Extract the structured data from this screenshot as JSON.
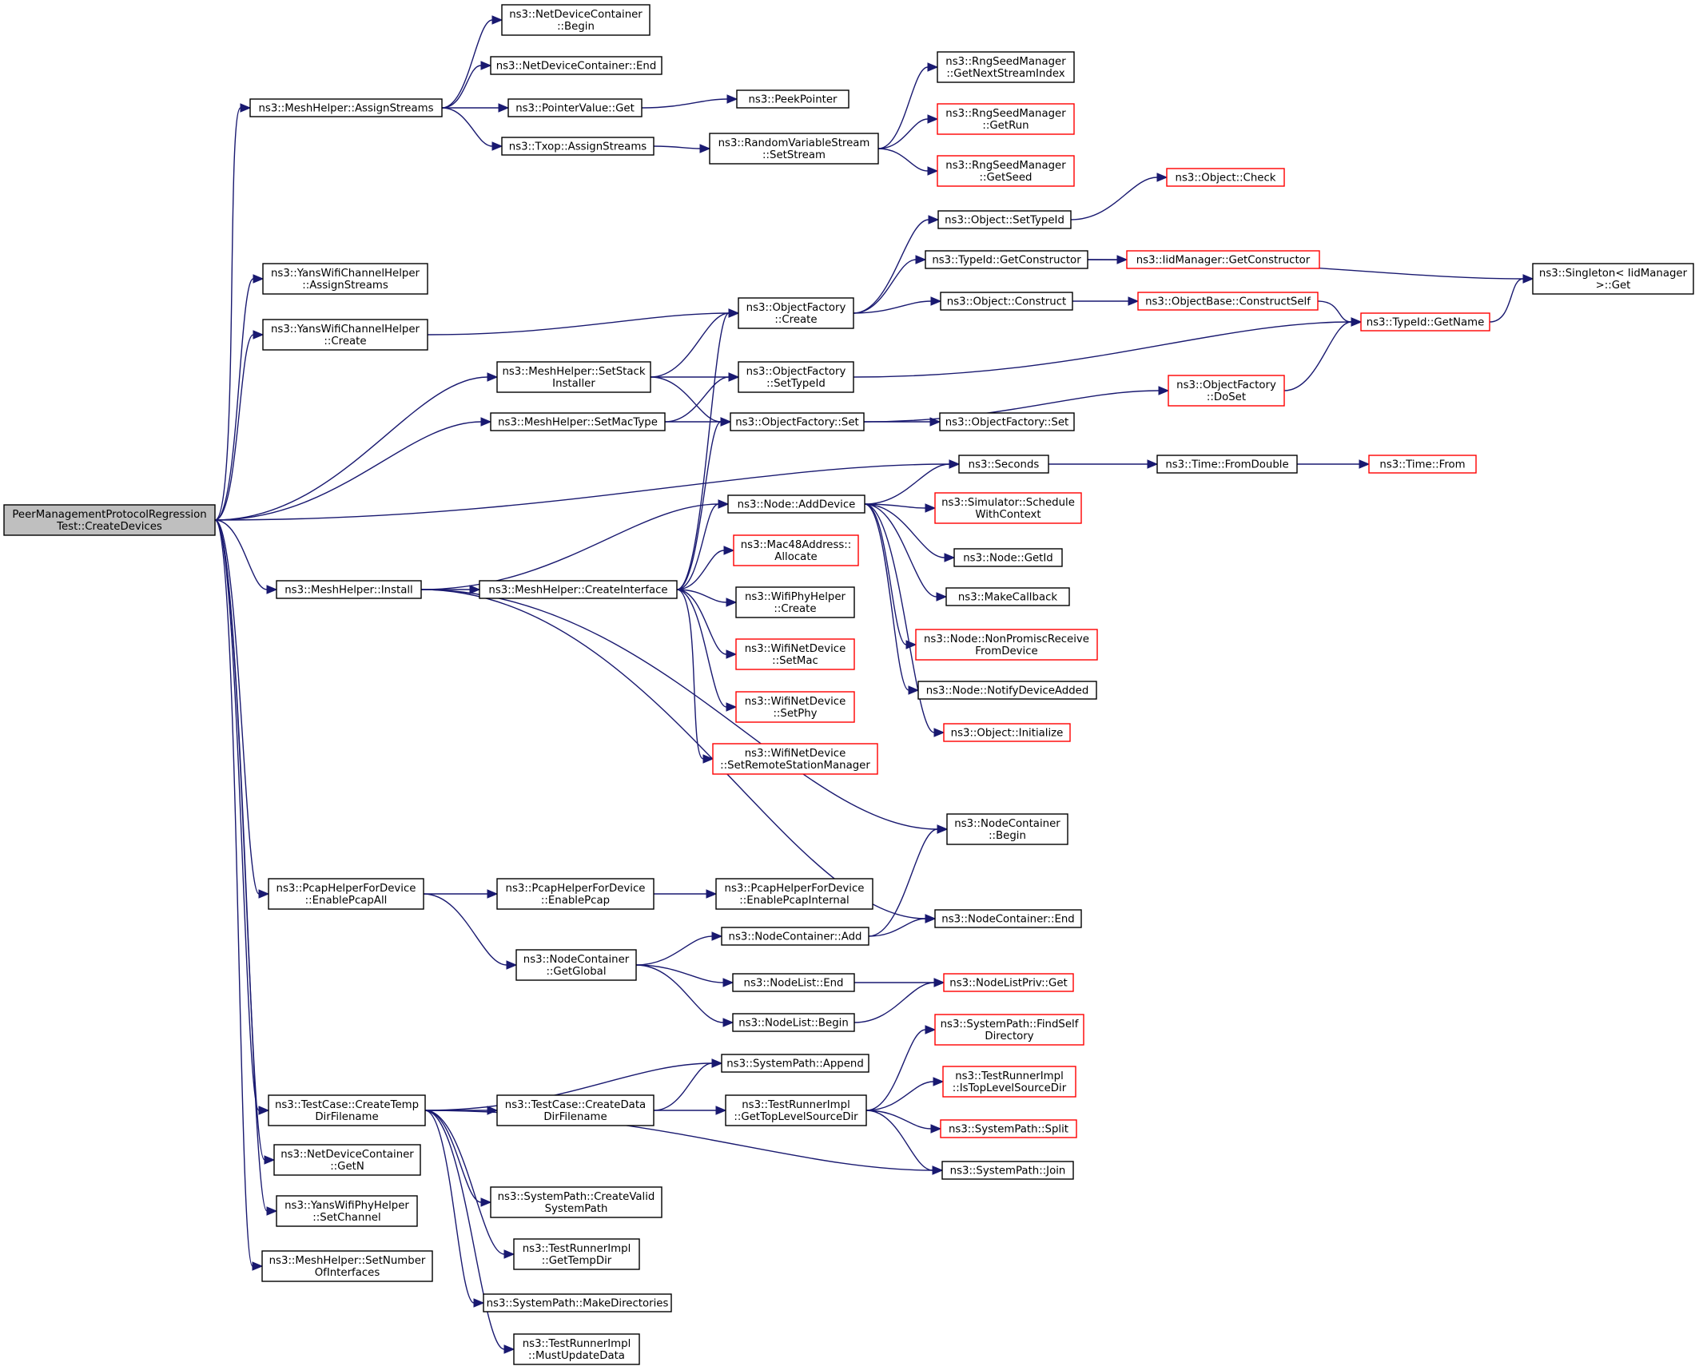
{
  "colors": {
    "edge": "#191970",
    "border_normal": "#000000",
    "border_truncated": "#ff0000",
    "root_fill": "#bfbfbf",
    "node_fill": "#ffffff"
  },
  "nodes": [
    {
      "id": "root",
      "lines": [
        "PeerManagementProtocolRegression",
        "Test::CreateDevices"
      ],
      "kind": "root"
    },
    {
      "id": "mh_assign",
      "lines": [
        "ns3::MeshHelper::AssignStreams"
      ],
      "kind": "normal"
    },
    {
      "id": "ndc_begin",
      "lines": [
        "ns3::NetDeviceContainer",
        "::Begin"
      ],
      "kind": "normal"
    },
    {
      "id": "ndc_end",
      "lines": [
        "ns3::NetDeviceContainer::End"
      ],
      "kind": "normal"
    },
    {
      "id": "pv_get",
      "lines": [
        "ns3::PointerValue::Get"
      ],
      "kind": "normal"
    },
    {
      "id": "peek",
      "lines": [
        "ns3::PeekPointer"
      ],
      "kind": "normal"
    },
    {
      "id": "txop",
      "lines": [
        "ns3::Txop::AssignStreams"
      ],
      "kind": "normal"
    },
    {
      "id": "rvs",
      "lines": [
        "ns3::RandomVariableStream",
        "::SetStream"
      ],
      "kind": "normal"
    },
    {
      "id": "rng_next",
      "lines": [
        "ns3::RngSeedManager",
        "::GetNextStreamIndex"
      ],
      "kind": "normal"
    },
    {
      "id": "rng_run",
      "lines": [
        "ns3::RngSeedManager",
        "::GetRun"
      ],
      "kind": "truncated"
    },
    {
      "id": "rng_seed",
      "lines": [
        "ns3::RngSeedManager",
        "::GetSeed"
      ],
      "kind": "truncated"
    },
    {
      "id": "ywch_assign",
      "lines": [
        "ns3::YansWifiChannelHelper",
        "::AssignStreams"
      ],
      "kind": "normal"
    },
    {
      "id": "ywch_create",
      "lines": [
        "ns3::YansWifiChannelHelper",
        "::Create"
      ],
      "kind": "normal"
    },
    {
      "id": "of_create",
      "lines": [
        "ns3::ObjectFactory",
        "::Create"
      ],
      "kind": "normal"
    },
    {
      "id": "obj_settypeid",
      "lines": [
        "ns3::Object::SetTypeId"
      ],
      "kind": "normal"
    },
    {
      "id": "obj_check",
      "lines": [
        "ns3::Object::Check"
      ],
      "kind": "truncated"
    },
    {
      "id": "typeid_getctor",
      "lines": [
        "ns3::TypeId::GetConstructor"
      ],
      "kind": "normal"
    },
    {
      "id": "iid_getctor",
      "lines": [
        "ns3::IidManager::GetConstructor"
      ],
      "kind": "truncated"
    },
    {
      "id": "singleton",
      "lines": [
        "ns3::Singleton< IidManager",
        " >::Get"
      ],
      "kind": "normal"
    },
    {
      "id": "obj_construct",
      "lines": [
        "ns3::Object::Construct"
      ],
      "kind": "normal"
    },
    {
      "id": "ob_constructself",
      "lines": [
        "ns3::ObjectBase::ConstructSelf"
      ],
      "kind": "truncated"
    },
    {
      "id": "typeid_getname",
      "lines": [
        "ns3::TypeId::GetName"
      ],
      "kind": "truncated"
    },
    {
      "id": "mh_setstack",
      "lines": [
        "ns3::MeshHelper::SetStack",
        "Installer"
      ],
      "kind": "normal"
    },
    {
      "id": "of_settypeid",
      "lines": [
        "ns3::ObjectFactory",
        "::SetTypeId"
      ],
      "kind": "normal"
    },
    {
      "id": "mh_setmac",
      "lines": [
        "ns3::MeshHelper::SetMacType"
      ],
      "kind": "normal"
    },
    {
      "id": "of_set",
      "lines": [
        "ns3::ObjectFactory::Set"
      ],
      "kind": "normal"
    },
    {
      "id": "of_doset",
      "lines": [
        "ns3::ObjectFactory",
        "::DoSet"
      ],
      "kind": "truncated"
    },
    {
      "id": "of_set2",
      "lines": [
        "ns3::ObjectFactory::Set"
      ],
      "kind": "normal"
    },
    {
      "id": "seconds",
      "lines": [
        "ns3::Seconds"
      ],
      "kind": "normal"
    },
    {
      "id": "fromdouble",
      "lines": [
        "ns3::Time::FromDouble"
      ],
      "kind": "normal"
    },
    {
      "id": "time_from",
      "lines": [
        "ns3::Time::From"
      ],
      "kind": "truncated"
    },
    {
      "id": "node_adddevice",
      "lines": [
        "ns3::Node::AddDevice"
      ],
      "kind": "normal"
    },
    {
      "id": "sim_schedule",
      "lines": [
        "ns3::Simulator::Schedule",
        "WithContext"
      ],
      "kind": "truncated"
    },
    {
      "id": "node_getid",
      "lines": [
        "ns3::Node::GetId"
      ],
      "kind": "normal"
    },
    {
      "id": "makecallback",
      "lines": [
        "ns3::MakeCallback"
      ],
      "kind": "normal"
    },
    {
      "id": "node_nonpromisc",
      "lines": [
        "ns3::Node::NonPromiscReceive",
        "FromDevice"
      ],
      "kind": "truncated"
    },
    {
      "id": "node_notify",
      "lines": [
        "ns3::Node::NotifyDeviceAdded"
      ],
      "kind": "normal"
    },
    {
      "id": "obj_init",
      "lines": [
        "ns3::Object::Initialize"
      ],
      "kind": "truncated"
    },
    {
      "id": "mac48",
      "lines": [
        "ns3::Mac48Address::",
        "Allocate"
      ],
      "kind": "truncated"
    },
    {
      "id": "mh_install",
      "lines": [
        "ns3::MeshHelper::Install"
      ],
      "kind": "normal"
    },
    {
      "id": "mh_createif",
      "lines": [
        "ns3::MeshHelper::CreateInterface"
      ],
      "kind": "normal"
    },
    {
      "id": "wph_create",
      "lines": [
        "ns3::WifiPhyHelper",
        "::Create"
      ],
      "kind": "normal"
    },
    {
      "id": "wnd_setmac",
      "lines": [
        "ns3::WifiNetDevice",
        "::SetMac"
      ],
      "kind": "truncated"
    },
    {
      "id": "wnd_setphy",
      "lines": [
        "ns3::WifiNetDevice",
        "::SetPhy"
      ],
      "kind": "truncated"
    },
    {
      "id": "wnd_setrsm",
      "lines": [
        "ns3::WifiNetDevice",
        "::SetRemoteStationManager"
      ],
      "kind": "truncated"
    },
    {
      "id": "nc_begin",
      "lines": [
        "ns3::NodeContainer",
        "::Begin"
      ],
      "kind": "normal"
    },
    {
      "id": "nc_end",
      "lines": [
        "ns3::NodeContainer::End"
      ],
      "kind": "normal"
    },
    {
      "id": "pcap_all",
      "lines": [
        "ns3::PcapHelperForDevice",
        "::EnablePcapAll"
      ],
      "kind": "normal"
    },
    {
      "id": "pcap_enable",
      "lines": [
        "ns3::PcapHelperForDevice",
        "::EnablePcap"
      ],
      "kind": "normal"
    },
    {
      "id": "pcap_internal",
      "lines": [
        "ns3::PcapHelperForDevice",
        "::EnablePcapInternal"
      ],
      "kind": "normal"
    },
    {
      "id": "nc_global",
      "lines": [
        "ns3::NodeContainer",
        "::GetGlobal"
      ],
      "kind": "normal"
    },
    {
      "id": "nc_add",
      "lines": [
        "ns3::NodeContainer::Add"
      ],
      "kind": "normal"
    },
    {
      "id": "nl_end",
      "lines": [
        "ns3::NodeList::End"
      ],
      "kind": "normal"
    },
    {
      "id": "nl_begin",
      "lines": [
        "ns3::NodeList::Begin"
      ],
      "kind": "normal"
    },
    {
      "id": "nlp_get",
      "lines": [
        "ns3::NodeListPriv::Get"
      ],
      "kind": "truncated"
    },
    {
      "id": "sp_findself",
      "lines": [
        "ns3::SystemPath::FindSelf",
        "Directory"
      ],
      "kind": "truncated"
    },
    {
      "id": "sp_append",
      "lines": [
        "ns3::SystemPath::Append"
      ],
      "kind": "normal"
    },
    {
      "id": "tri_istop",
      "lines": [
        "ns3::TestRunnerImpl",
        "::IsTopLevelSourceDir"
      ],
      "kind": "truncated"
    },
    {
      "id": "tc_createtemp",
      "lines": [
        "ns3::TestCase::CreateTemp",
        "DirFilename"
      ],
      "kind": "normal"
    },
    {
      "id": "tc_createdata",
      "lines": [
        "ns3::TestCase::CreateData",
        "DirFilename"
      ],
      "kind": "normal"
    },
    {
      "id": "tri_gettop",
      "lines": [
        "ns3::TestRunnerImpl",
        "::GetTopLevelSourceDir"
      ],
      "kind": "normal"
    },
    {
      "id": "sp_split",
      "lines": [
        "ns3::SystemPath::Split"
      ],
      "kind": "truncated"
    },
    {
      "id": "sp_join",
      "lines": [
        "ns3::SystemPath::Join"
      ],
      "kind": "normal"
    },
    {
      "id": "ndc_getn",
      "lines": [
        "ns3::NetDeviceContainer",
        "::GetN"
      ],
      "kind": "normal"
    },
    {
      "id": "ywph_setchan",
      "lines": [
        "ns3::YansWifiPhyHelper",
        "::SetChannel"
      ],
      "kind": "normal"
    },
    {
      "id": "sp_createvalid",
      "lines": [
        "ns3::SystemPath::CreateValid",
        "SystemPath"
      ],
      "kind": "normal"
    },
    {
      "id": "tri_gettemp",
      "lines": [
        "ns3::TestRunnerImpl",
        "::GetTempDir"
      ],
      "kind": "normal"
    },
    {
      "id": "mh_setnum",
      "lines": [
        "ns3::MeshHelper::SetNumber",
        "OfInterfaces"
      ],
      "kind": "normal"
    },
    {
      "id": "sp_makedirs",
      "lines": [
        "ns3::SystemPath::MakeDirectories"
      ],
      "kind": "normal"
    },
    {
      "id": "tri_mustupdate",
      "lines": [
        "ns3::TestRunnerImpl",
        "::MustUpdateData"
      ],
      "kind": "normal"
    }
  ],
  "edges": [
    [
      "root",
      "mh_assign"
    ],
    [
      "root",
      "ywch_assign"
    ],
    [
      "root",
      "ywch_create"
    ],
    [
      "root",
      "mh_setstack"
    ],
    [
      "root",
      "mh_setmac"
    ],
    [
      "root",
      "seconds"
    ],
    [
      "root",
      "mh_install"
    ],
    [
      "root",
      "pcap_all"
    ],
    [
      "root",
      "tc_createtemp"
    ],
    [
      "root",
      "ndc_getn"
    ],
    [
      "root",
      "ywph_setchan"
    ],
    [
      "root",
      "mh_setnum"
    ],
    [
      "mh_assign",
      "ndc_begin"
    ],
    [
      "mh_assign",
      "ndc_end"
    ],
    [
      "mh_assign",
      "pv_get"
    ],
    [
      "mh_assign",
      "txop"
    ],
    [
      "pv_get",
      "peek"
    ],
    [
      "txop",
      "rvs"
    ],
    [
      "rvs",
      "rng_next"
    ],
    [
      "rvs",
      "rng_run"
    ],
    [
      "rvs",
      "rng_seed"
    ],
    [
      "ywch_create",
      "of_create"
    ],
    [
      "of_create",
      "obj_settypeid"
    ],
    [
      "of_create",
      "typeid_getctor"
    ],
    [
      "of_create",
      "obj_construct"
    ],
    [
      "obj_settypeid",
      "obj_check"
    ],
    [
      "typeid_getctor",
      "iid_getctor"
    ],
    [
      "typeid_getctor",
      "singleton"
    ],
    [
      "obj_construct",
      "ob_constructself"
    ],
    [
      "ob_constructself",
      "typeid_getname"
    ],
    [
      "typeid_getname",
      "singleton"
    ],
    [
      "mh_setstack",
      "of_create"
    ],
    [
      "mh_setstack",
      "of_settypeid"
    ],
    [
      "mh_setstack",
      "of_set"
    ],
    [
      "of_settypeid",
      "typeid_getname"
    ],
    [
      "mh_setmac",
      "of_settypeid"
    ],
    [
      "mh_setmac",
      "of_set"
    ],
    [
      "of_set",
      "of_doset"
    ],
    [
      "of_set",
      "of_set2"
    ],
    [
      "of_doset",
      "typeid_getname"
    ],
    [
      "seconds",
      "fromdouble"
    ],
    [
      "fromdouble",
      "time_from"
    ],
    [
      "mh_install",
      "mh_createif"
    ],
    [
      "mh_install",
      "node_adddevice"
    ],
    [
      "mh_install",
      "nc_begin"
    ],
    [
      "mh_install",
      "nc_end"
    ],
    [
      "mh_createif",
      "of_create"
    ],
    [
      "mh_createif",
      "of_set"
    ],
    [
      "mh_createif",
      "node_adddevice"
    ],
    [
      "mh_createif",
      "mac48"
    ],
    [
      "mh_createif",
      "wph_create"
    ],
    [
      "mh_createif",
      "wnd_setmac"
    ],
    [
      "mh_createif",
      "wnd_setphy"
    ],
    [
      "mh_createif",
      "wnd_setrsm"
    ],
    [
      "node_adddevice",
      "seconds"
    ],
    [
      "node_adddevice",
      "sim_schedule"
    ],
    [
      "node_adddevice",
      "node_getid"
    ],
    [
      "node_adddevice",
      "makecallback"
    ],
    [
      "node_adddevice",
      "node_nonpromisc"
    ],
    [
      "node_adddevice",
      "node_notify"
    ],
    [
      "node_adddevice",
      "obj_init"
    ],
    [
      "pcap_all",
      "pcap_enable"
    ],
    [
      "pcap_all",
      "nc_global"
    ],
    [
      "pcap_enable",
      "pcap_internal"
    ],
    [
      "nc_global",
      "nc_add"
    ],
    [
      "nc_global",
      "nl_end"
    ],
    [
      "nc_global",
      "nl_begin"
    ],
    [
      "nc_add",
      "nc_begin"
    ],
    [
      "nc_add",
      "nc_end"
    ],
    [
      "nl_end",
      "nlp_get"
    ],
    [
      "nl_begin",
      "nlp_get"
    ],
    [
      "tc_createtemp",
      "sp_append"
    ],
    [
      "tc_createtemp",
      "tc_createdata"
    ],
    [
      "tc_createtemp",
      "sp_join"
    ],
    [
      "tc_createtemp",
      "sp_createvalid"
    ],
    [
      "tc_createtemp",
      "tri_gettemp"
    ],
    [
      "tc_createtemp",
      "sp_makedirs"
    ],
    [
      "tc_createtemp",
      "tri_mustupdate"
    ],
    [
      "tc_createdata",
      "sp_append"
    ],
    [
      "tc_createdata",
      "tri_gettop"
    ],
    [
      "tri_gettop",
      "sp_findself"
    ],
    [
      "tri_gettop",
      "tri_istop"
    ],
    [
      "tri_gettop",
      "sp_split"
    ],
    [
      "tri_gettop",
      "sp_join"
    ]
  ]
}
